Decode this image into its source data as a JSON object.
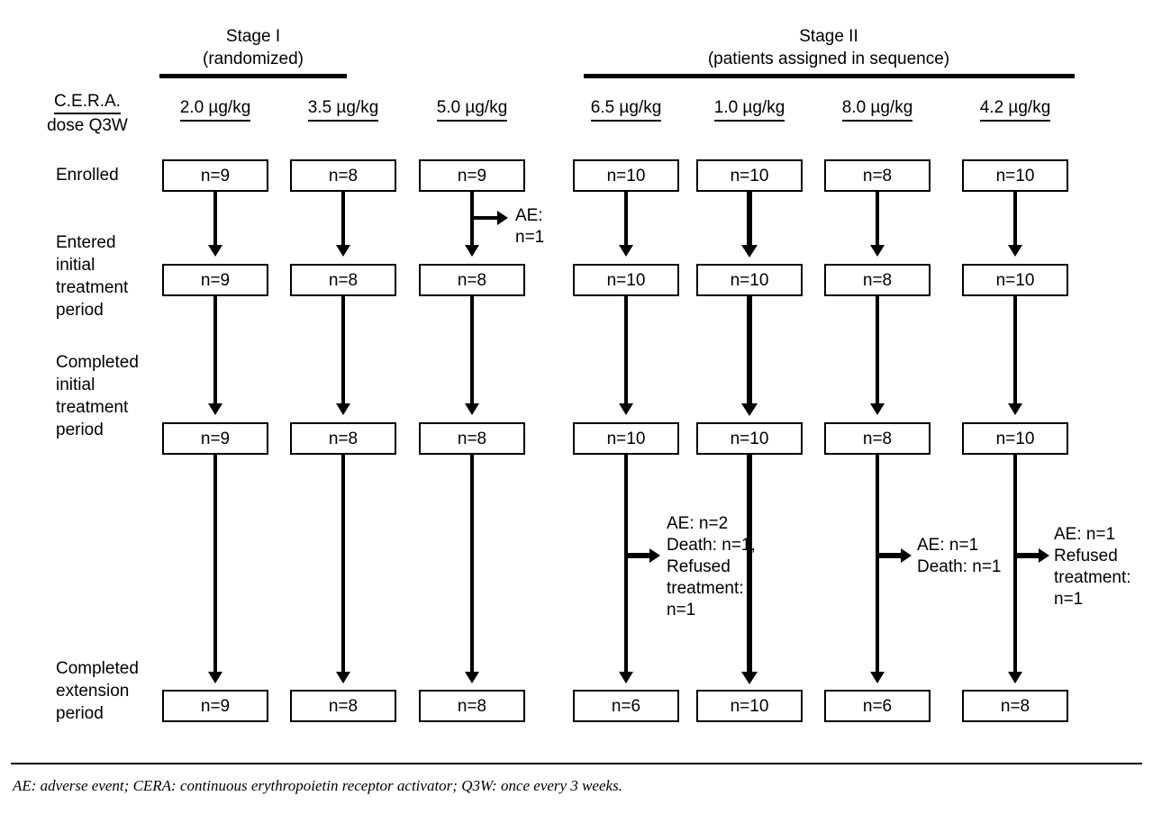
{
  "figure": {
    "type": "flowchart",
    "stages": [
      {
        "title": "Stage I\n(randomized)"
      },
      {
        "title": "Stage II\n(patients assigned in sequence)"
      }
    ],
    "legend": {
      "line1": "C.E.R.A.",
      "line2": "dose Q3W"
    },
    "row_labels": [
      "Enrolled",
      "Entered\ninitial\ntreatment\nperiod",
      "Completed\ninitial\ntreatment\nperiod",
      "Completed\nextension\nperiod"
    ],
    "columns": [
      {
        "dose": "2.0 µg/kg",
        "stage": "Stage I",
        "enrolled": "n=9",
        "entered": "n=9",
        "completed_initial": "n=9",
        "completed_extension": "n=9"
      },
      {
        "dose": "3.5 µg/kg",
        "stage": "Stage I",
        "enrolled": "n=8",
        "entered": "n=8",
        "completed_initial": "n=8",
        "completed_extension": "n=8"
      },
      {
        "dose": "5.0 µg/kg",
        "stage": "Stage I",
        "enrolled": "n=9",
        "entered": "n=8",
        "completed_initial": "n=8",
        "completed_extension": "n=8"
      },
      {
        "dose": "6.5 µg/kg",
        "stage": "Stage II",
        "enrolled": "n=10",
        "entered": "n=10",
        "completed_initial": "n=10",
        "completed_extension": "n=6"
      },
      {
        "dose": "1.0 µg/kg",
        "stage": "Stage II",
        "enrolled": "n=10",
        "entered": "n=10",
        "completed_initial": "n=10",
        "completed_extension": "n=10"
      },
      {
        "dose": "8.0 µg/kg",
        "stage": "Stage II",
        "enrolled": "n=8",
        "entered": "n=8",
        "completed_initial": "n=8",
        "completed_extension": "n=6"
      },
      {
        "dose": "4.2 µg/kg",
        "stage": "Stage II",
        "enrolled": "n=10",
        "entered": "n=10",
        "completed_initial": "n=10",
        "completed_extension": "n=8"
      }
    ],
    "dropouts": [
      {
        "column": "5.0 µg/kg",
        "between": "Enrolled → Entered initial treatment period",
        "text": "AE:\nn=1"
      },
      {
        "column": "6.5 µg/kg",
        "between": "Completed initial → Completed extension",
        "text": "AE: n=2\nDeath: n=1,\nRefused\ntreatment:\nn=1"
      },
      {
        "column": "8.0 µg/kg",
        "between": "Completed initial → Completed extension",
        "text": "AE: n=1\nDeath: n=1"
      },
      {
        "column": "4.2 µg/kg",
        "between": "Completed initial → Completed extension",
        "text": "AE: n=1\nRefused\ntreatment:\nn=1"
      }
    ],
    "footnote": "AE: adverse event; CERA: continuous erythropoietin receptor activator; Q3W: once every 3 weeks."
  }
}
